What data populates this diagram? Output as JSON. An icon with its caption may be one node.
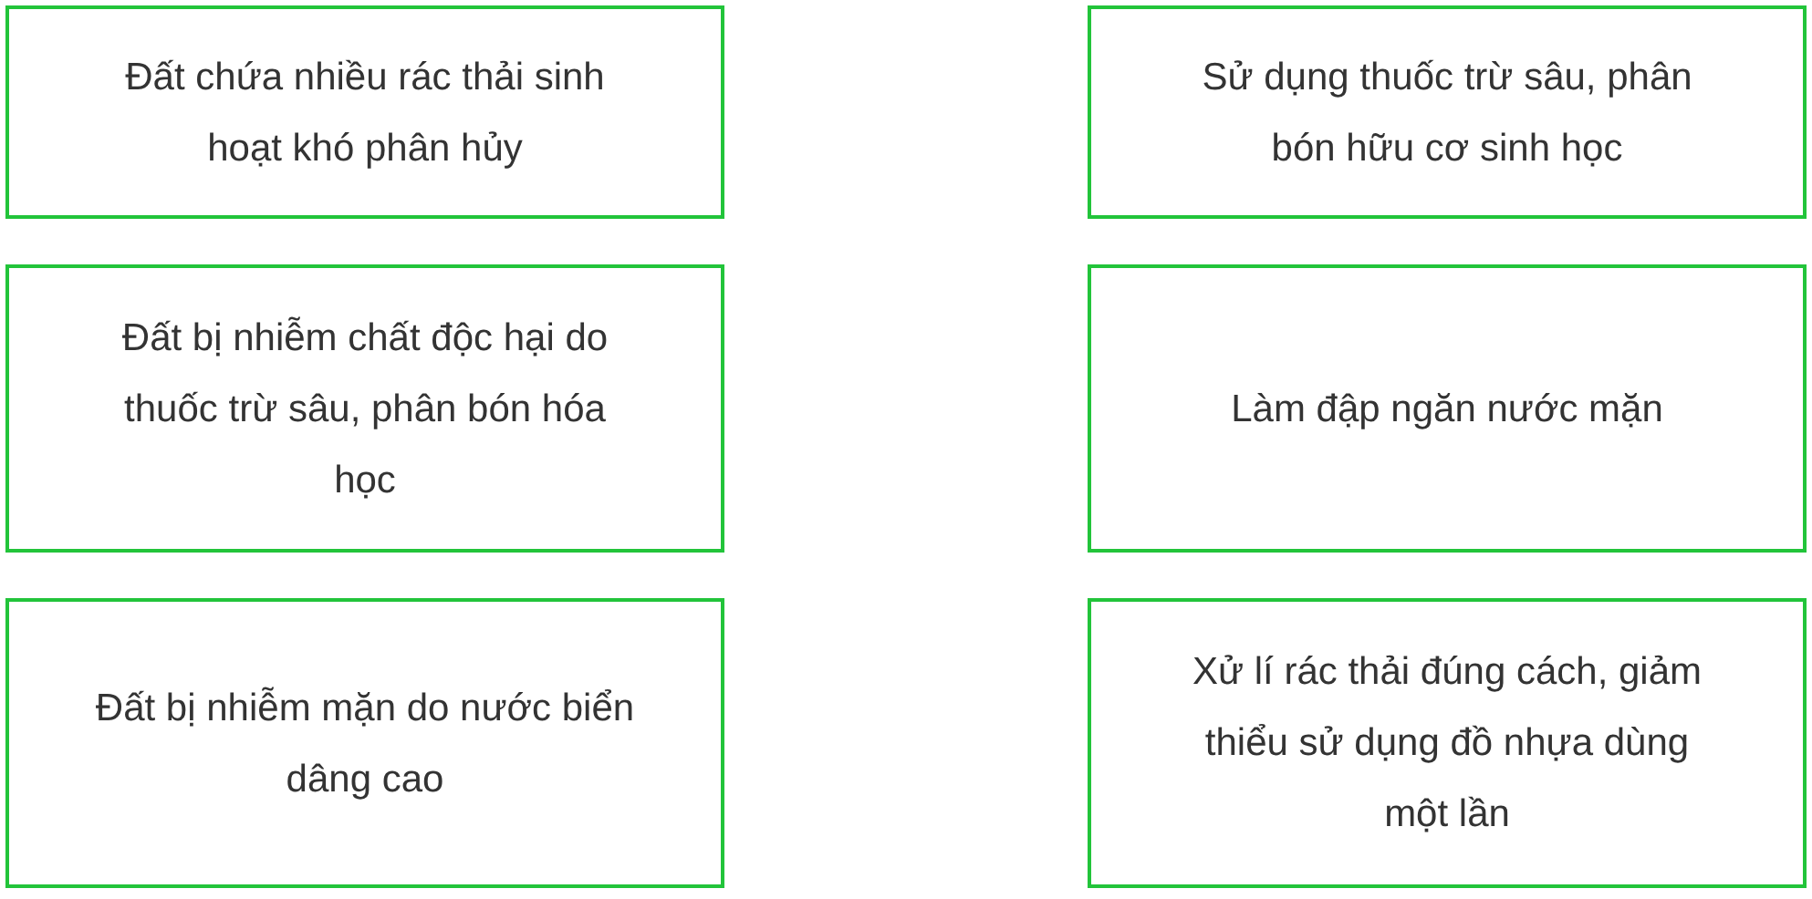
{
  "diagram": {
    "nodes": [
      {
        "text": [
          "Đất chứa nhiều rác thải sinh hoạt khó phân hủy"
        ]
      },
      {
        "text": [
          "Sử dụng thuốc trừ sâu, phân bón hữu cơ sinh học"
        ]
      },
      {
        "text": [
          "Đất bị nhiễm chất độc hại do thuốc trừ sâu, phân bón hóa học"
        ]
      },
      {
        "text": [
          "Làm đập ngăn nước mặn"
        ]
      },
      {
        "text": [
          "Đất bị nhiễm mặn do nước biển dâng cao"
        ]
      },
      {
        "text": [
          "Xử lí rác thải đúng cách, giảm thiểu sử dụng đồ nhựa dùng một lần"
        ]
      }
    ]
  }
}
